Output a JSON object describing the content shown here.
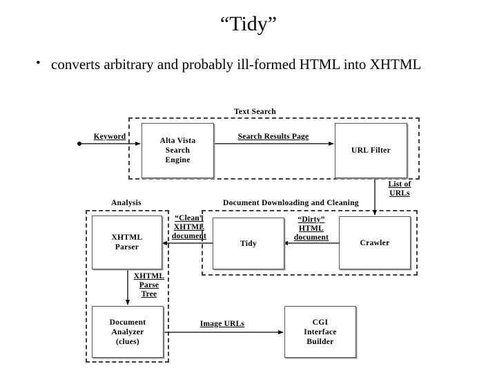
{
  "slide": {
    "title": "“Tidy”",
    "bullet_marker": "•",
    "bullet_text": "converts arbitrary and probably ill-formed HTML into XHTML"
  },
  "colors": {
    "background": "#ffffff",
    "text": "#000000",
    "node_border": "#555555",
    "node_shadow": "#9a9a9a",
    "group_border": "#3c3c3c",
    "wire": "#000000"
  },
  "diagram": {
    "groups": [
      {
        "id": "text-search",
        "label": "Text Search"
      },
      {
        "id": "analysis",
        "label": "Analysis"
      },
      {
        "id": "downloading",
        "label": "Document Downloading and Cleaning"
      }
    ],
    "nodes": [
      {
        "id": "alta-vista",
        "label": "Alta Vista\nSearch\nEngine"
      },
      {
        "id": "url-filter",
        "label": "URL Filter"
      },
      {
        "id": "crawler",
        "label": "Crawler"
      },
      {
        "id": "tidy",
        "label": "Tidy"
      },
      {
        "id": "xhtml-parser",
        "label": "XHTML\nParser"
      },
      {
        "id": "document-analyzer",
        "label": "Document\nAnalyzer\n(clues)"
      },
      {
        "id": "cgi-builder",
        "label": "CGI\nInterface\nBuilder"
      }
    ],
    "edges": [
      {
        "id": "keyword",
        "label": "Keyword",
        "from": "input",
        "to": "alta-vista"
      },
      {
        "id": "search-results-page",
        "label": "Search Results Page",
        "from": "alta-vista",
        "to": "url-filter"
      },
      {
        "id": "list-of-urls",
        "label": "List of\nURLs",
        "from": "url-filter",
        "to": "crawler"
      },
      {
        "id": "dirty-html-document",
        "label": "“Dirty”\nHTML\ndocument",
        "from": "crawler",
        "to": "tidy"
      },
      {
        "id": "clean-xhtml-document",
        "label": "“Clean”\nXHTML\ndocument",
        "from": "tidy",
        "to": "xhtml-parser"
      },
      {
        "id": "xhtml-parse-tree",
        "label": "XHTML\nParse\nTree",
        "from": "xhtml-parser",
        "to": "document-analyzer"
      },
      {
        "id": "image-urls",
        "label": "Image URLs",
        "from": "document-analyzer",
        "to": "cgi-builder"
      }
    ]
  }
}
